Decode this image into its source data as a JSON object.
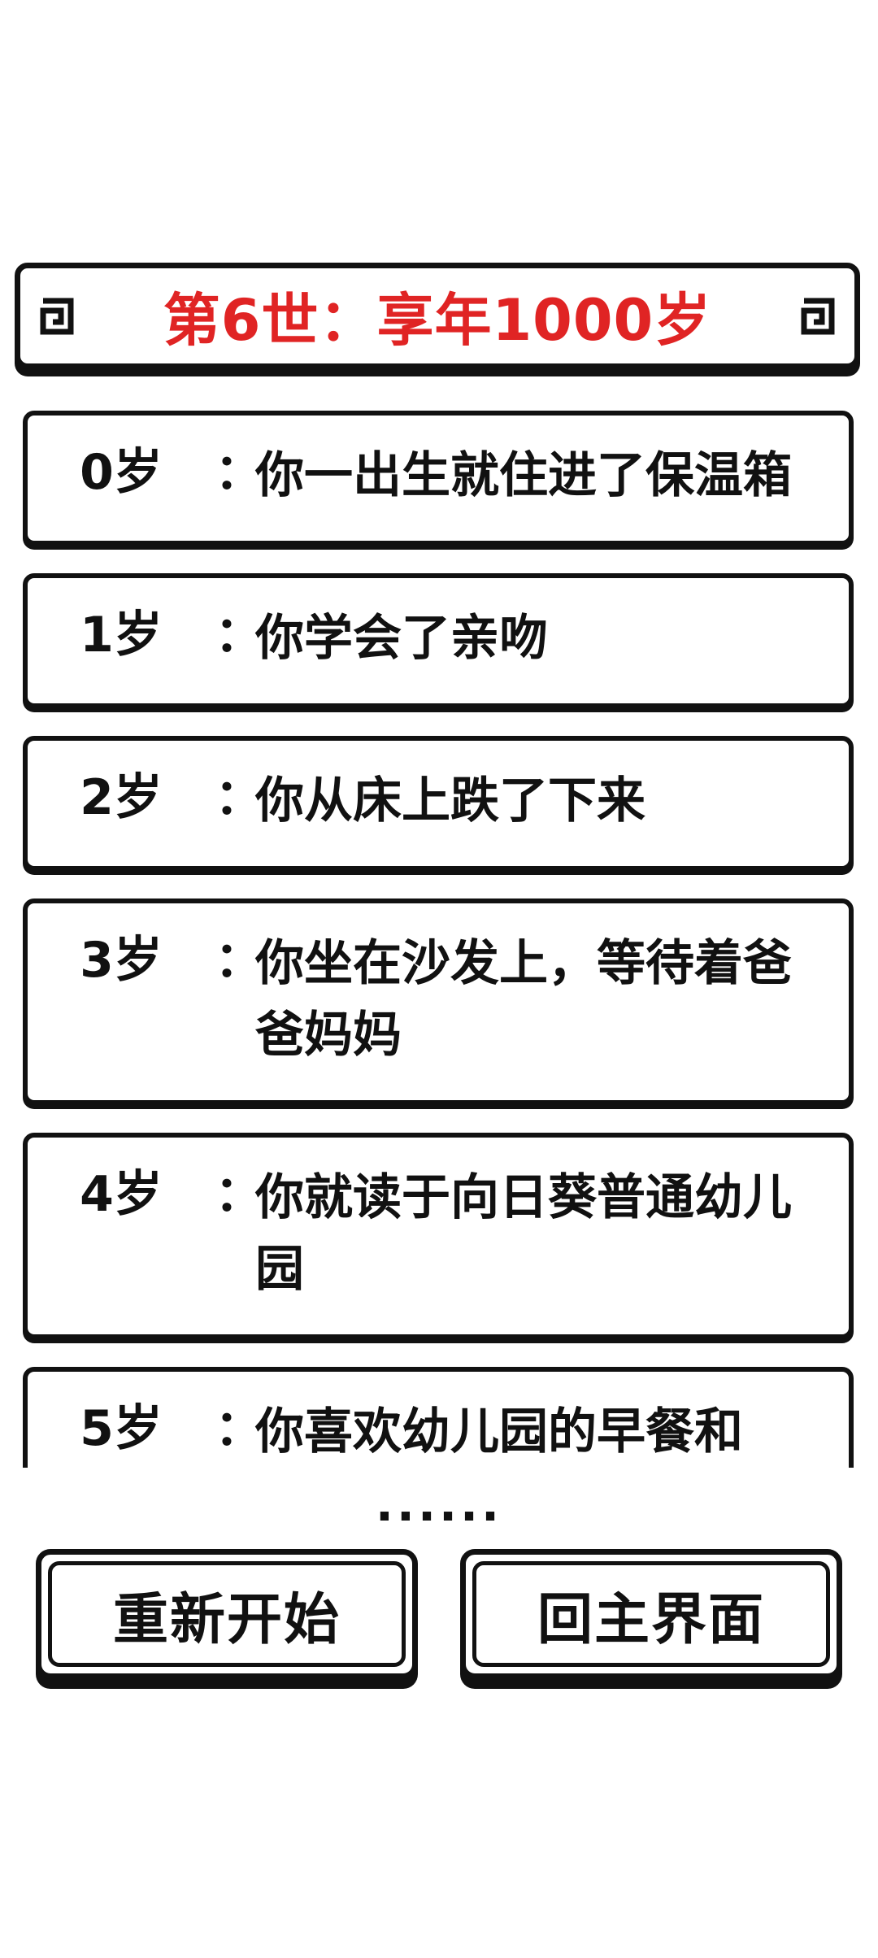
{
  "header": {
    "title": "第6世：享年1000岁",
    "title_color": "#e02424",
    "left_icon": "spiral-corner-icon",
    "right_icon": "spiral-corner-icon"
  },
  "life_events": [
    {
      "age": "0岁",
      "colon": "：",
      "text": "你一出生就住进了保温箱"
    },
    {
      "age": "1岁",
      "colon": "：",
      "text": "你学会了亲吻"
    },
    {
      "age": "2岁",
      "colon": "：",
      "text": "你从床上跌了下来"
    },
    {
      "age": "3岁",
      "colon": "：",
      "text": "你坐在沙发上，等待着爸爸妈妈"
    },
    {
      "age": "4岁",
      "colon": "：",
      "text": "你就读于向日葵普通幼儿园"
    },
    {
      "age": "5岁",
      "colon": "：",
      "text": "你喜欢幼儿园的早餐和"
    }
  ],
  "more_indicator": "......",
  "buttons": {
    "restart_label": "重新开始",
    "home_label": "回主界面"
  }
}
